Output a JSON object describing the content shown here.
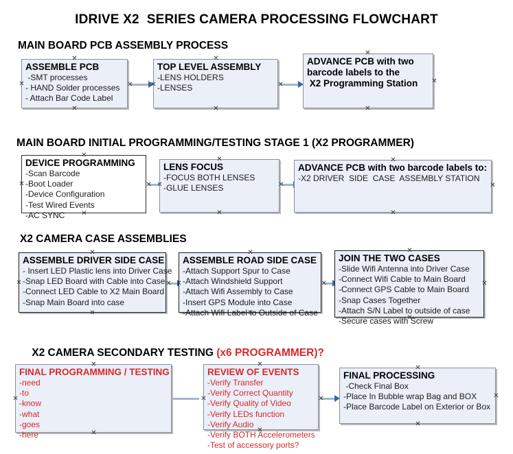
{
  "document": {
    "title": "IDRIVE X2  SERIES CAMERA PROCESSING FLOWCHART"
  },
  "accent_colors": {
    "red": "#d6292b",
    "box_fill": "#eaeff8",
    "box_border": "#8a8f99",
    "connector": "#9fb6cd",
    "arrowhead": "#3b64b0"
  },
  "sections": [
    {
      "id": "main-board-pcb-assembly",
      "title": "MAIN BOARD PCB ASSEMBLY PROCESS",
      "title_accent": "",
      "boxes": [
        {
          "id": "assemble-pcb",
          "header": "ASSEMBLE PCB",
          "lines": [
            " -SMT processes",
            "- HAND Solder processes",
            "- Attach Bar Code Label"
          ],
          "style": "fill"
        },
        {
          "id": "top-level-assembly",
          "header": "TOP LEVEL ASSEMBLY",
          "lines": [
            "-LENS HOLDERS",
            "-LENSES"
          ],
          "style": "fill"
        },
        {
          "id": "advance-pcb-programming-station",
          "header": "ADVANCE PCB with two",
          "header_lines": [
            "ADVANCE PCB with two",
            "barcode labels to the",
            " X2 Programming Station"
          ],
          "lines": [],
          "style": "fill"
        }
      ]
    },
    {
      "id": "main-board-initial-programming",
      "title": "MAIN BOARD INITIAL PROGRAMMING/TESTING STAGE 1 (X2 PROGRAMMER)",
      "title_accent": "",
      "boxes": [
        {
          "id": "device-programming",
          "header": "DEVICE PROGRAMMING",
          "lines": [
            "-Scan Barcode",
            "-Boot Loader",
            "-Device Configuration",
            "-Test Wired Events",
            "-AC SYNC"
          ],
          "style": "plain"
        },
        {
          "id": "lens-focus",
          "header": "LENS FOCUS",
          "lines": [
            "-FOCUS BOTH LENSES",
            "-GLUE LENSES"
          ],
          "style": "fill"
        },
        {
          "id": "advance-pcb-driver-side",
          "header": "ADVANCE PCB with two barcode labels to:",
          "lines": [
            "-X2 DRIVER  SIDE  CASE  ASSEMBLY STATION"
          ],
          "style": "fill"
        }
      ]
    },
    {
      "id": "x2-camera-case-assemblies",
      "title": "X2 CAMERA CASE ASSEMBLIES",
      "title_accent": "",
      "boxes": [
        {
          "id": "assemble-driver-side-case",
          "header": "ASSEMBLE DRIVER SIDE CASE",
          "lines": [
            "- Insert LED Plastic lens into Driver Case",
            "-Snap LED Board with Cable into Case",
            "-Connect LED Cable to X2 Main Board",
            "-Snap Main Board into case"
          ],
          "style": "fill"
        },
        {
          "id": "assemble-road-side-case",
          "header": "ASSEMBLE ROAD SIDE CASE",
          "lines": [
            "-Attach Support Spur to Case",
            "-Attach Windshield Support",
            "-Attach Wifi Assembly to Case",
            "-Insert GPS Module into Case",
            "-Attach Wifi Label to Outside of Case"
          ],
          "style": "fill"
        },
        {
          "id": "join-the-two-cases",
          "header": "JOIN THE TWO CASES",
          "lines": [
            "-Slide Wifi Antenna into Driver Case",
            "-Connect Wifi Cable to Main Board",
            "-Connect GPS Cable to Main Board",
            "-Snap Cases Together",
            "-Attach S/N Label to outside of case",
            "-Secure cases with Screw"
          ],
          "style": "fill"
        }
      ]
    },
    {
      "id": "x2-camera-secondary-testing",
      "title": "X2 CAMERA SECONDARY TESTING ",
      "title_accent": "(x6 PROGRAMMER)?",
      "boxes": [
        {
          "id": "final-programming-testing",
          "header": "FINAL PROGRAMMING / TESTING",
          "lines": [
            "-need",
            "-to",
            "-know",
            "-what",
            "-goes",
            "-here"
          ],
          "style": "fill-red"
        },
        {
          "id": "review-of-events",
          "header": "REVIEW OF EVENTS",
          "lines": [
            "-Verify Transfer",
            "-Verify Correct Quantity",
            "-Verify Quality of Video",
            "-Verify LEDs function",
            "-Verify Audio",
            "-Verify BOTH Accelerometers"
          ],
          "overflow_line": "-Test of accessory ports?",
          "style": "fill-red"
        },
        {
          "id": "final-processing",
          "header": "FINAL PROCESSING",
          "lines": [
            " -Check Final Box",
            "-Place In Bubble wrap Bag and BOX",
            "-Place Barcode Label on Exterior or Box"
          ],
          "style": "fill"
        }
      ]
    }
  ]
}
